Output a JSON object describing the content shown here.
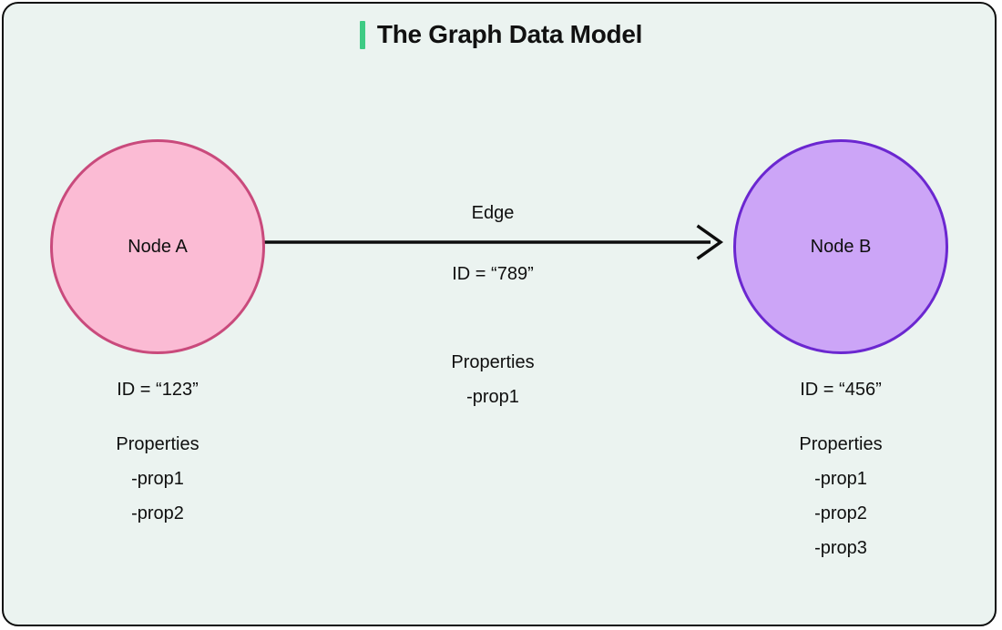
{
  "card": {
    "background_color": "#EBF3F0",
    "border_color": "#0d0d0d"
  },
  "header": {
    "title": "The Graph Data Model",
    "accent_color": "#3ECB84"
  },
  "diagram": {
    "type": "graph-data-model",
    "nodes": [
      {
        "label": "Node A",
        "fill_color": "#FBBBD4",
        "stroke_color": "#C94A7C",
        "id_text": "ID = “123”",
        "properties_heading": "Properties",
        "properties": [
          "-prop1",
          "-prop2"
        ]
      },
      {
        "label": "Node B",
        "fill_color": "#CCA5F7",
        "stroke_color": "#6B27D0",
        "id_text": "ID = “456”",
        "properties_heading": "Properties",
        "properties": [
          "-prop1",
          "-prop2",
          "-prop3"
        ]
      }
    ],
    "edge": {
      "label": "Edge",
      "id_text": "ID = “789”",
      "properties_heading": "Properties",
      "properties": [
        "-prop1"
      ],
      "stroke_color": "#0d0d0d",
      "direction": "Node A → Node B"
    }
  }
}
